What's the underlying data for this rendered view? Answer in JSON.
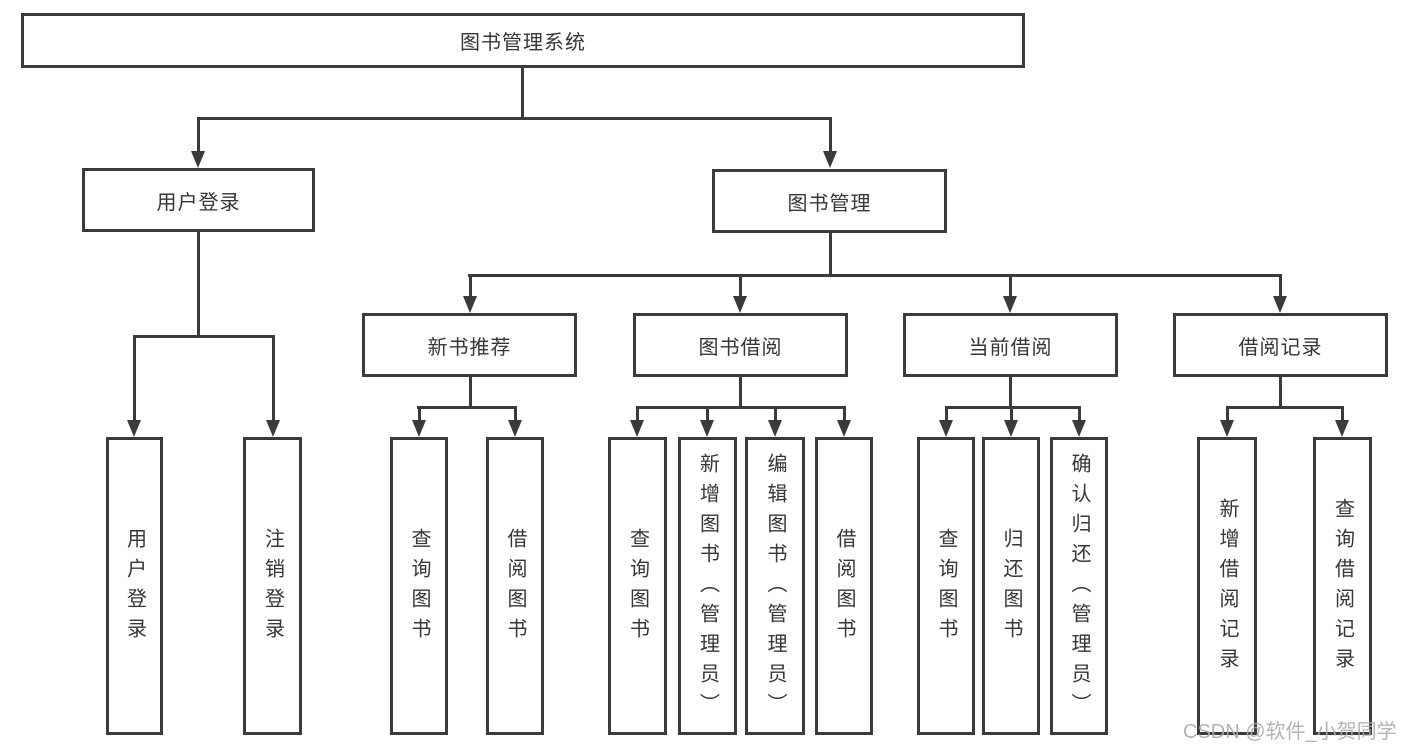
{
  "colors": {
    "line": "#3a3a3a",
    "text": "#35353a",
    "watermark": "#adadad",
    "bg": "#ffffff"
  },
  "watermark": "CSDN @软件_小贺同学",
  "tree": {
    "label": "图书管理系统",
    "children": [
      {
        "label": "用户登录",
        "children": [
          {
            "label": "用户登录"
          },
          {
            "label": "注销登录"
          }
        ]
      },
      {
        "label": "图书管理",
        "children": [
          {
            "label": "新书推荐",
            "children": [
              {
                "label": "查询图书"
              },
              {
                "label": "借阅图书"
              }
            ]
          },
          {
            "label": "图书借阅",
            "children": [
              {
                "label": "查询图书"
              },
              {
                "label": "新增图书（管理员）"
              },
              {
                "label": "编辑图书（管理员）"
              },
              {
                "label": "借阅图书"
              }
            ]
          },
          {
            "label": "当前借阅",
            "children": [
              {
                "label": "查询图书"
              },
              {
                "label": "归还图书"
              },
              {
                "label": "确认归还（管理员）"
              }
            ]
          },
          {
            "label": "借阅记录",
            "children": [
              {
                "label": "新增借阅记录"
              },
              {
                "label": "查询借阅记录"
              }
            ]
          }
        ]
      }
    ]
  }
}
